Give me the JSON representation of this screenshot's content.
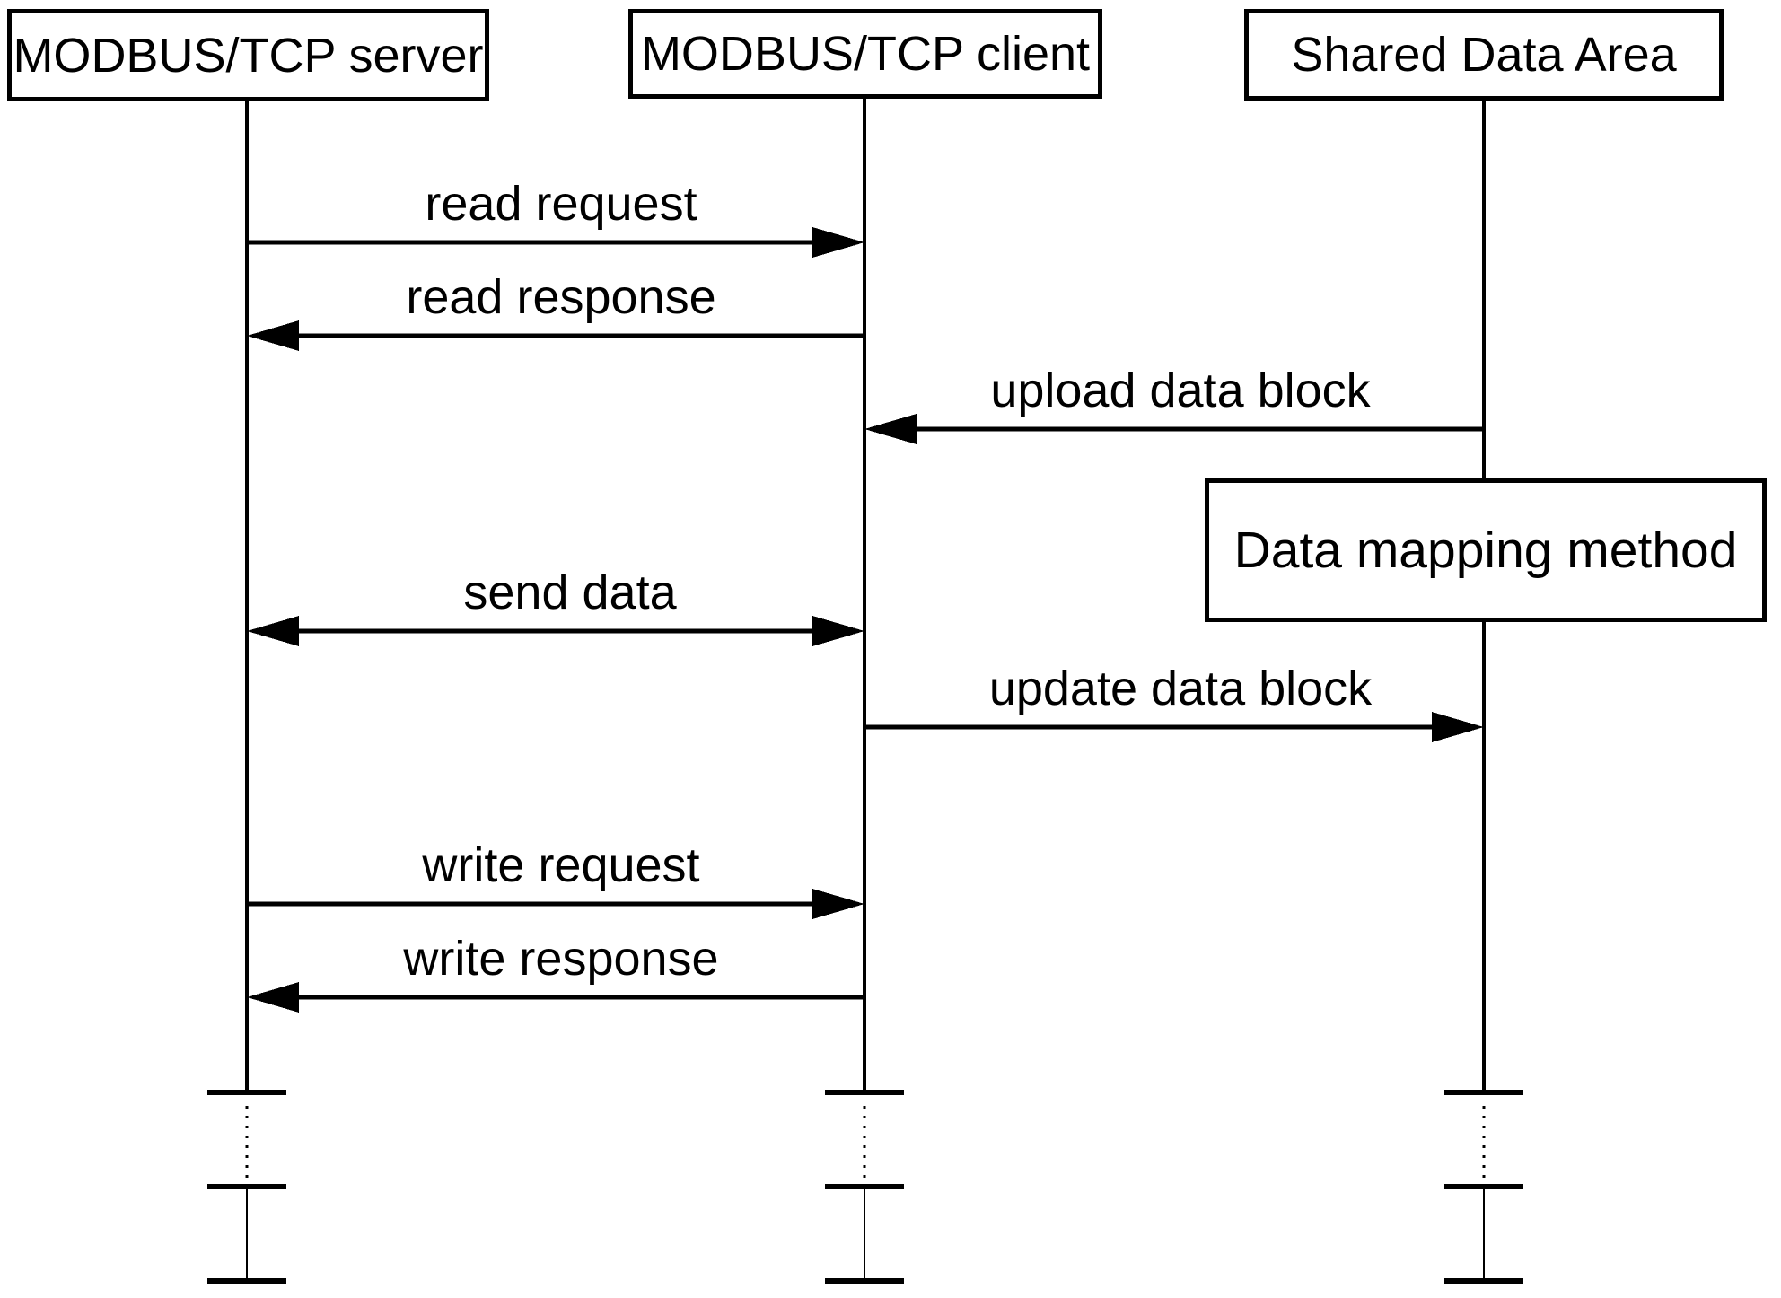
{
  "diagram": {
    "type": "sequence-diagram",
    "background_color": "#ffffff",
    "ink_color": "#000000",
    "actors": [
      {
        "label": "MODBUS/TCP server"
      },
      {
        "label": "MODBUS/TCP client"
      },
      {
        "label": "Shared Data Area"
      }
    ],
    "messages": [
      {
        "label": "read request",
        "from": "MODBUS/TCP server",
        "to": "MODBUS/TCP client",
        "direction": "right"
      },
      {
        "label": "read response",
        "from": "MODBUS/TCP client",
        "to": "MODBUS/TCP server",
        "direction": "left"
      },
      {
        "label": "upload data block",
        "from": "Shared Data Area",
        "to": "MODBUS/TCP client",
        "direction": "left"
      },
      {
        "label": "send data",
        "from": "MODBUS/TCP server",
        "to": "MODBUS/TCP client",
        "direction": "both"
      },
      {
        "label": "update data block",
        "from": "MODBUS/TCP client",
        "to": "Shared Data Area",
        "direction": "right"
      },
      {
        "label": "write request",
        "from": "MODBUS/TCP server",
        "to": "MODBUS/TCP client",
        "direction": "right"
      },
      {
        "label": "write response",
        "from": "MODBUS/TCP client",
        "to": "MODBUS/TCP server",
        "direction": "left"
      }
    ],
    "note": {
      "label": "Data mapping method"
    }
  }
}
